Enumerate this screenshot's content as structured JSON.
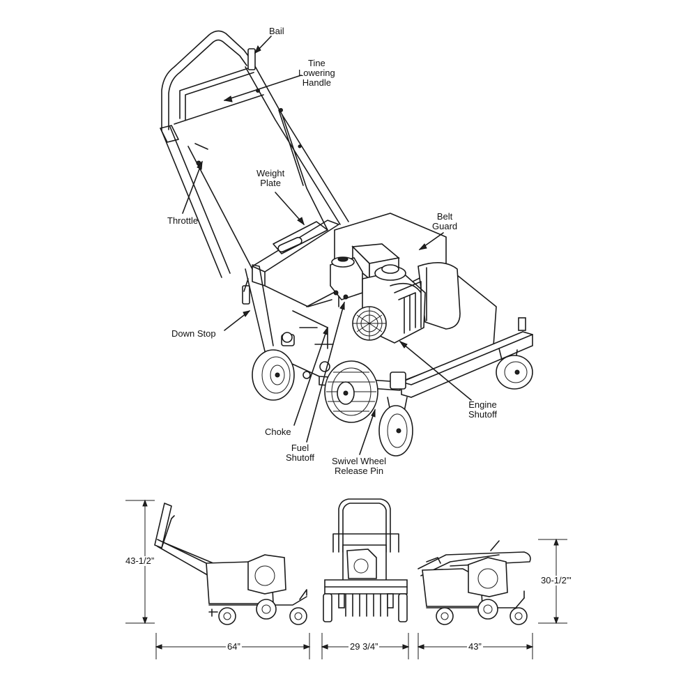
{
  "callouts": {
    "bail": "Bail",
    "tine_lowering_handle": [
      "Tine",
      "Lowering",
      "Handle"
    ],
    "weight_plate": [
      "Weight",
      "Plate"
    ],
    "throttle": "Throttle",
    "belt_guard": [
      "Belt",
      "Guard"
    ],
    "down_stop": "Down Stop",
    "engine_shutoff": [
      "Engine",
      "Shutoff"
    ],
    "choke": "Choke",
    "fuel_shutoff": [
      "Fuel",
      "Shutoff"
    ],
    "swivel_wheel_release_pin": [
      "Swivel Wheel",
      "Release Pin"
    ]
  },
  "dimensions": {
    "height_operating": "43-1/2”",
    "length_operating": "64”",
    "width": "29 3/4”",
    "length_folded": "43”",
    "height_folded": "30-1/2”'"
  },
  "colors": {
    "line": "#1a1a1a",
    "background": "#ffffff"
  }
}
